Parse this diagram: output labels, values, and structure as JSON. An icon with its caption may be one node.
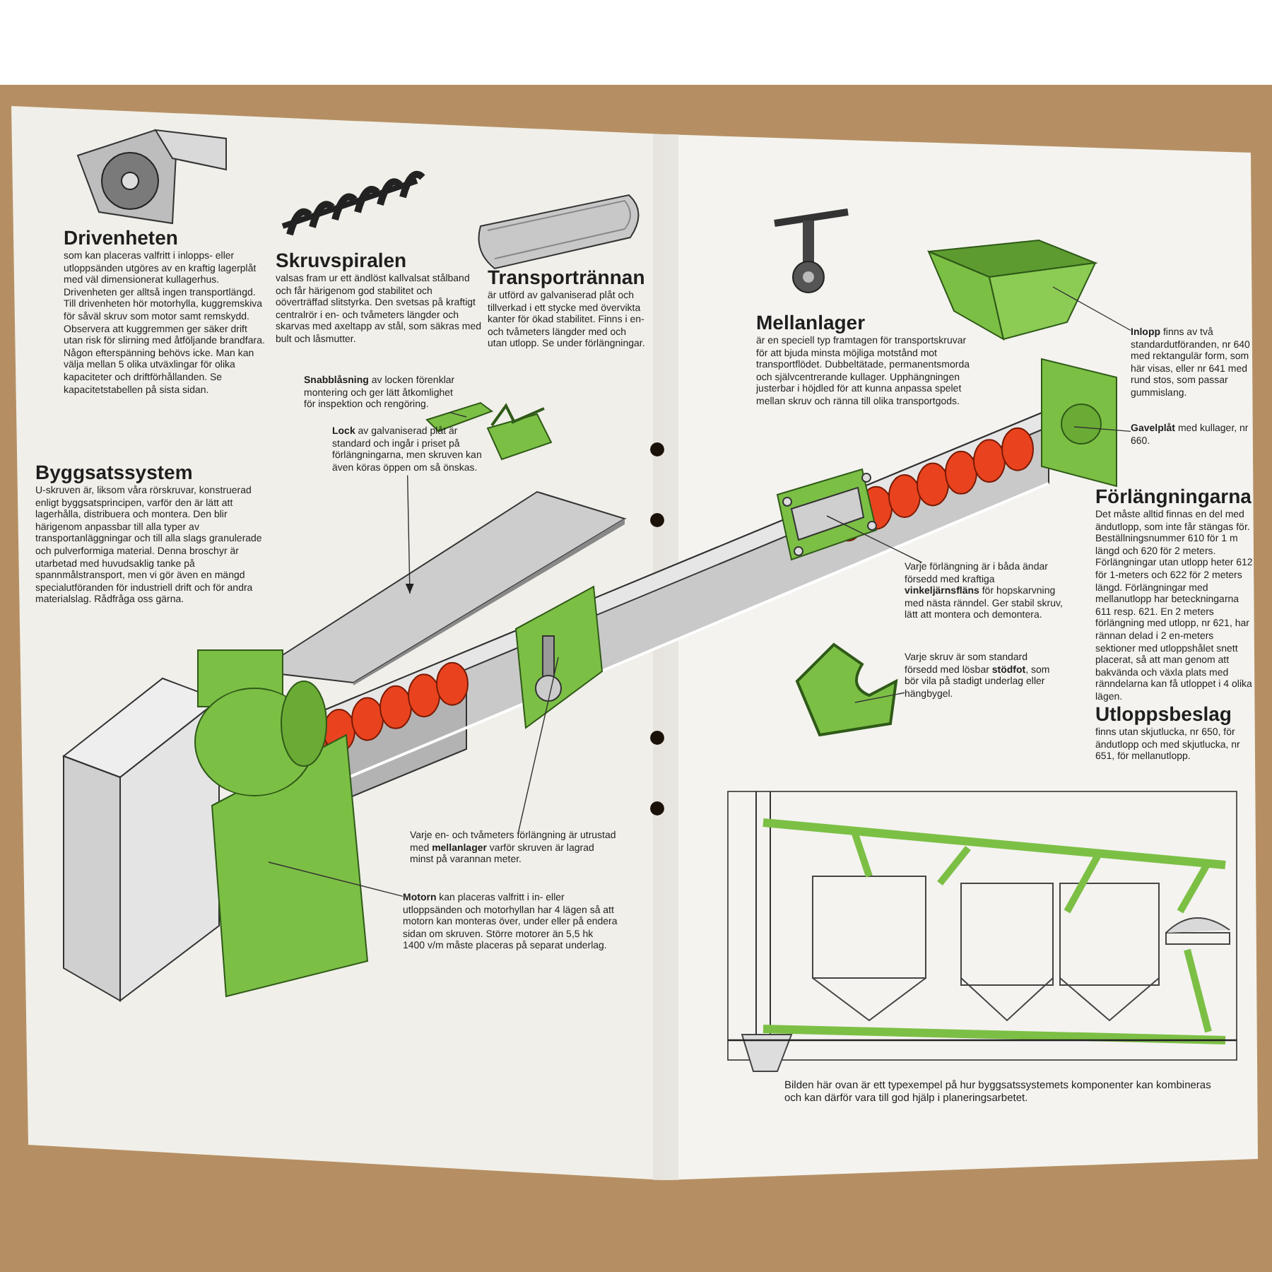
{
  "diagram": {
    "caption": "Bilden här ovan är ett typexempel på hur byggsatssystemets komponenter kan kombineras och kan därför vara till god hjälp i planeringsarbetet.",
    "nodes": [
      {
        "text": [
          "**Snabblåsning** av locken förenklar montering och ger lätt åtkomlighet för inspektion och rengöring."
        ]
      },
      {
        "text": [],
        "shape": "picture"
      },
      {
        "text": [
          "**Lock** av galvaniserad plåt är standard och ingår i priset på förlängningarna, men skruven kan även köras öppen om så önskas."
        ]
      },
      {
        "text": [],
        "shape": "picture"
      },
      {
        "text": [],
        "shape": "picture"
      },
      {
        "text": [],
        "shape": "picture"
      },
      {
        "text": [],
        "shape": "picture"
      },
      {
        "text": [
          "**Inlopp** finns av två standardutföranden, nr 640 med rektangulär form, som här visas, eller nr 641 med rund stos, som passar gummislang."
        ]
      },
      {
        "text": [],
        "shape": "picture"
      },
      {
        "text": [
          "**Gavelplåt** med kullager, nr 660."
        ]
      },
      {
        "text": [],
        "shape": "picture"
      },
      {
        "text": [
          "Varje förlängning är i båda ändar försedd med kraftiga **vinkeljärnsfläns** för hopskarvning med nästa ränndel. Ger stabil skruv, lätt att montera och demontera."
        ]
      },
      {
        "text": [],
        "shape": "picture"
      },
      {
        "text": [
          "Varje skruv är som standard försedd med lösbar **stödfot**, som bör vila på stadigt underlag eller hängbygel."
        ]
      },
      {
        "text": [
          "Varje en- och tvåmeters förlängning är utrustad med **mellanlager** varför skruven är lagrad minst på varannan meter."
        ]
      },
      {
        "text": [
          "**Motorn** kan placeras valfritt i in- eller utloppsänden och motorhyllan har 4 lägen så att motorn kan monteras över, under eller på endera sidan om skruven. Större motorer än 5,5 hk 1400 v/m måste placeras på separat underlag."
        ]
      }
    ],
    "edges": [
      {
        "from": 0,
        "to": 1,
        "arrow": "none"
      },
      {
        "from": 2,
        "to": 3,
        "arrow": "to"
      },
      {
        "from": 7,
        "to": 6,
        "arrow": "none"
      },
      {
        "from": 9,
        "to": 8,
        "arrow": "none"
      },
      {
        "from": 11,
        "to": 10,
        "arrow": "none"
      },
      {
        "from": 13,
        "to": 12,
        "arrow": "none"
      },
      {
        "from": 14,
        "to": 5,
        "arrow": "none"
      },
      {
        "from": 15,
        "to": 4,
        "arrow": "none"
      }
    ],
    "labels": [
      "Drivenheten",
      "som kan placeras valfritt i inlopps- eller utloppsänden utgöres av en kraftig lagerplåt med väl dimensionerat kullagerhus. Drivenheten ger alltså ingen transportlängd. Till drivenheten hör motorhylla, kuggremskiva för såväl skruv som motor samt remskydd. Observera att kuggremmen ger säker drift utan risk för slirning med åtföljande brandfara. Någon efterspänning behövs icke. Man kan välja mellan 5 olika utväxlingar för olika kapaciteter och driftförhållanden. Se kapacitetstabellen på sista sidan.",
      "Skruvspiralen",
      "valsas fram ur ett ändlöst kallvalsat stålband och får härigenom god stabilitet och oöverträffad slitstyrka. Den svetsas på kraftigt centralrör i en- och tvåmeters längder och skarvas med axeltapp av stål, som säkras med bult och låsmutter.",
      "Transportrännan",
      "är utförd av galvaniserad plåt och tillverkad i ett stycke med övervikta kanter för ökad stabilitet. Finns i en- och tvåmeters längder med och utan utlopp. Se under förlängningar.",
      "Byggsatssystem",
      "U-skruven är, liksom våra rörskruvar, konstruerad enligt byggsatsprincipen, varför den är lätt att lagerhålla, distribuera och montera. Den blir härigenom anpassbar till alla typer av transportanläggningar och till alla slags granulerade och pulverformiga material. Denna broschyr är utarbetad med huvudsaklig tanke på spannmålstransport, men vi gör även en mängd specialutföranden för industriell drift och för andra materialslag. Rådfråga oss gärna.",
      "Mellanlager",
      "är en speciell typ framtagen för transportskruvar för att bjuda minsta möjliga motstånd mot transportflödet. Dubbeltätade, permanentsmorda och självcentrerande kullager. Upphängningen justerbar i höjdled för att kunna anpassa spelet mellan skruv och ränna till olika transportgods.",
      "Förlängningarna",
      "Det måste alltid finnas en del med ändutlopp, som inte får stängas för. Beställningsnummer 610 för 1 m längd och 620 för 2 meters. Förlängningar utan utlopp heter 612 för 1-meters och 622 för 2 meters längd. Förlängningar med mellanutlopp har beteckningarna 611 resp. 621. En 2 meters förlängning med utlopp, nr 621, har rännan delad i 2 en-meters sektioner med utloppshålet snett placerat, så att man genom att bakvända och växla plats med ränndelarna kan få utloppet i 4 olika lägen.",
      "Utloppsbeslag",
      "finns utan skjutlucka, nr 650, för ändutlopp och med skjutlucka, nr 651, för mellanutlopp."
    ]
  }
}
